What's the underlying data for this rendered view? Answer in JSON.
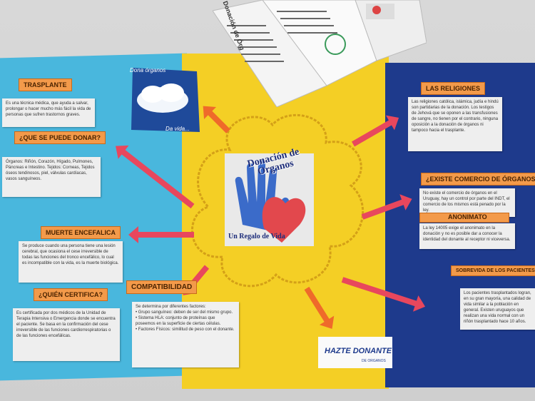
{
  "poster": {
    "title_line1": "Donación de",
    "title_line2": "Organos",
    "subtitle": "Un Regalo de Vida",
    "cloud_top": "Dona órganos",
    "cloud_bottom": "Da vida...",
    "leaflet_title": "Donación de Órg"
  },
  "left": {
    "trasplante_tag": "TRASPLANTE",
    "trasplante_text": "Es una técnica médica, que ayuda a salvar, prolongar o hacer mucho más fácil la vida de personas que sufren trastornos graves.",
    "que_tag": "¿QUE SE PUEDE DONAR?",
    "que_text": "Órganos: Riñón, Corazón, Hígado, Pulmones, Páncreas e Intestino. Tejidos: Corneas, Tejidos óseos tendinosos, piel, válvulas cardíacas, vasos sanguíneos.",
    "muerte_tag": "MUERTE ENCEFALICA",
    "muerte_text": "Se produce cuando una persona tiene una lesión cerebral, que ocasiona el cese irreversible de todas las funciones del tronco encefálico, lo cual es incompatible con la vida, es la muerte biológica.",
    "quien_tag": "¿QUIÉN CERTIFICA?",
    "quien_text": "Es certificada por dos médicos de la Unidad de Terapia Intensiva o Emergencia donde se encuentra el paciente. Se basa en la confirmación del cese irreversible de las funciones cardiorrespiratorias o de las funciones encefálicas."
  },
  "middle": {
    "compat_tag": "COMPATIBILIDAD",
    "compat_intro": "Se determina por diferentes factores:",
    "compat_1": "• Grupo sanguíneo: deben de ser del mismo grupo.",
    "compat_2": "• Sistema HLA: conjunto de proteínas que poseemos en la superficie de ciertas células.",
    "compat_3": "• Factores Físicos: similitud de peso con el donante.",
    "logo_main": "HAZTE DONANTE",
    "logo_sub": "DE ORGANOS"
  },
  "right": {
    "religiones_tag": "LAS RELIGIONES",
    "religiones_text": "Las religiones católica, islámica, judía e hindú son partidarias de la donación. Los testigos de Jehová que se oponen a las transfusiones de sangre, no tienen por el contrario, ninguna oposición a la donación de órganos ni tampoco hacia el trasplante.",
    "comercio_tag": "¿EXISTE COMERCIO DE ÓRGANOS?",
    "comercio_text": "No existe el comercio de órganos en el Uruguay, hay un control por parte del INDT, el comercio de los mismos está penado por la ley.",
    "anonimato_tag": "ANONIMATO",
    "anonimato_text": "La ley 14005 exige el anonimato en la donación y no es posible dar a conocer la identidad del donante al receptor ni viceversa.",
    "sobrevida_tag": "SOBREVIDA DE LOS PACIENTES TRASPL.",
    "sobrevida_text": "Los pacientes trasplantados logran, en su gran mayoría, una calidad de vida similar a la población en general. Existen uruguayos que realizan una vida normal con un riñón trasplantado hace 10 años."
  }
}
